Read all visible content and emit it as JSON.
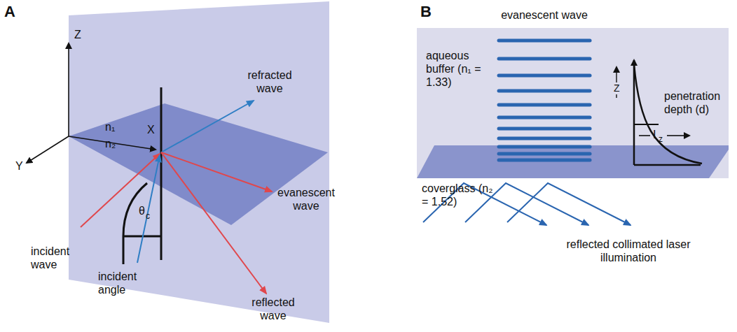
{
  "diagram": {
    "labels": [
      "A",
      "Z",
      "Y",
      "X",
      "n₁",
      "n₂",
      "refracted wave",
      "evanescent wave",
      "incident wave",
      "incident angle",
      "θ",
      "c",
      "reflected wave",
      "B",
      "evanescent wave",
      "aqueous buffer (n₁ = 1.33)",
      "Z",
      "penetration depth (d)",
      "I",
      "z",
      "coverglass (n₂ = 1.52)",
      "reflected collimated laser illumination"
    ]
  }
}
